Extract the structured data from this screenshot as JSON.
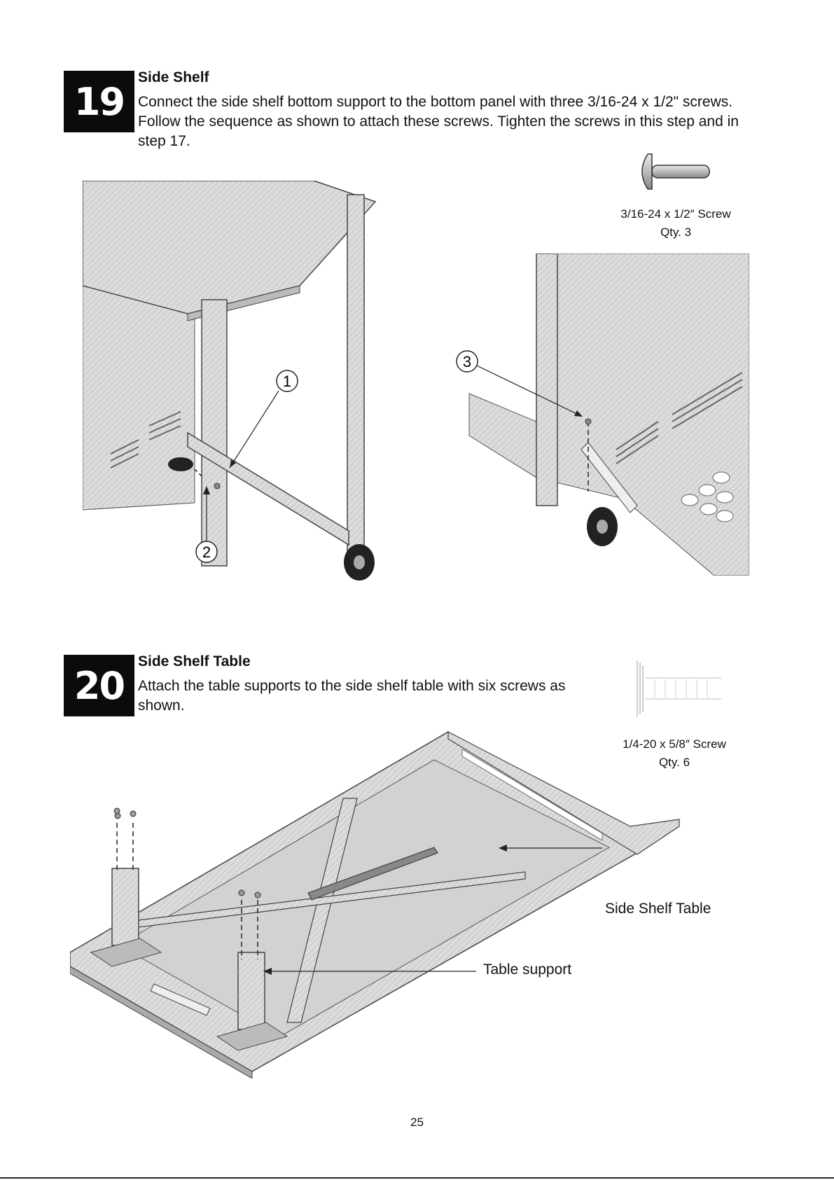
{
  "step19": {
    "number": "19",
    "title": "Side Shelf",
    "text": "Connect the side shelf bottom support to the bottom panel with three 3/16-24 x 1/2\" screws. Follow the sequence as shown to attach these screws. Tighten the screws in this step and in step 17.",
    "screw": {
      "size": "3/16-24 x 1/2″ Screw",
      "qty": "Qty. 3"
    },
    "callouts": [
      "1",
      "2",
      "3"
    ]
  },
  "step20": {
    "number": "20",
    "title": "Side Shelf Table",
    "text": "Attach the table supports to the side shelf table with six screws as shown.",
    "screw": {
      "size": "1/4-20 x 5/8″ Screw",
      "qty": "Qty. 6"
    },
    "labels": {
      "side_shelf_table": "Side Shelf Table",
      "table_support": "Table support"
    }
  },
  "page_number": "25"
}
